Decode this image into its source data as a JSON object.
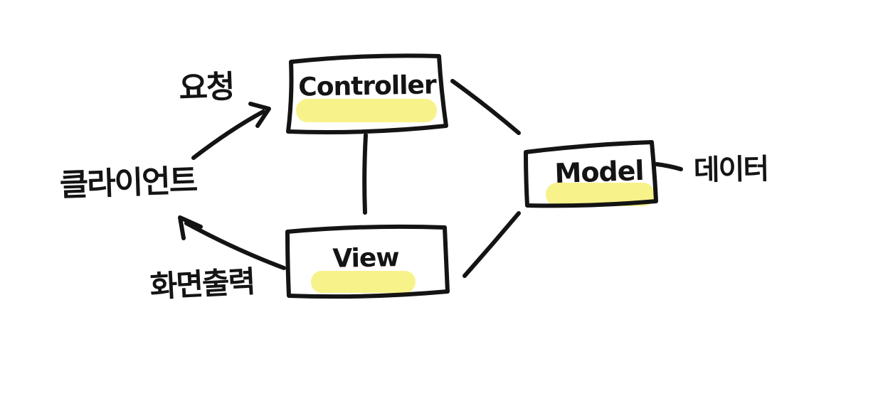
{
  "diagram": {
    "kind": "hand-drawn MVC architecture sketch",
    "background_color": "#ffffff",
    "ink_color": "#141414",
    "highlight_color": "#F8F28B",
    "nodes": {
      "controller": {
        "label": "Controller",
        "highlighted": true
      },
      "view": {
        "label": "View",
        "highlighted": true
      },
      "model": {
        "label": "Model",
        "highlighted": true
      }
    },
    "annotations": {
      "request": "요청",
      "client": "클라이언트",
      "screen_output": "화면출력",
      "data": "데이터"
    },
    "edges": [
      {
        "from": "client",
        "to": "controller",
        "label": "요청",
        "style": "arrow"
      },
      {
        "from": "controller",
        "to": "view",
        "label": "",
        "style": "line"
      },
      {
        "from": "controller",
        "to": "model",
        "label": "",
        "style": "line"
      },
      {
        "from": "view",
        "to": "model",
        "label": "",
        "style": "line"
      },
      {
        "from": "view",
        "to": "client",
        "label": "화면출력",
        "style": "arrow"
      },
      {
        "from": "model",
        "to": "data",
        "label": "데이터",
        "style": "tick"
      }
    ]
  }
}
